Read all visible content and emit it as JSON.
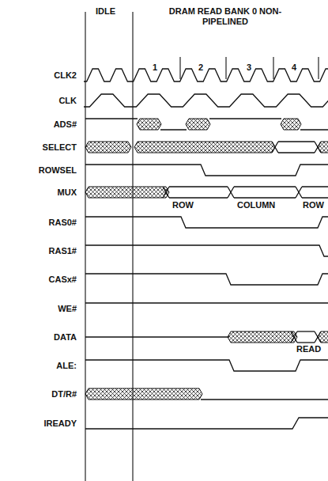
{
  "diagram": {
    "labels": [
      "IDLE",
      "DRAM READ BANK 0 NON-PIPELINED",
      "1",
      "2",
      "3",
      "4",
      "CLK2",
      "CLK",
      "ADS#",
      "SELECT",
      "ROWSEL",
      "MUX",
      "RAS0#",
      "RAS1#",
      "CASx#",
      "WE#",
      "DATA",
      "ALE:",
      "DT/R#",
      "IREADY",
      "ROW",
      "COLUMN",
      "ROW",
      "READ"
    ]
  }
}
